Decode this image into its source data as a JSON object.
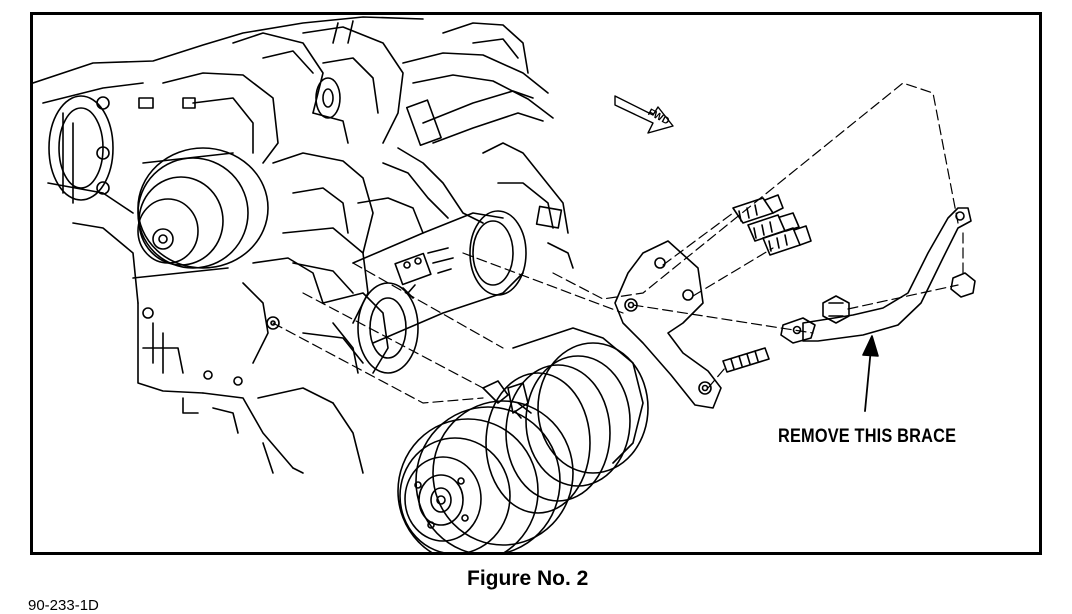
{
  "figure": {
    "callout": "REMOVE THIS BRACE",
    "direction_label": "FWD",
    "caption": "Figure No. 2",
    "reference_code": "90-233-1D"
  },
  "parts": {
    "engine_block": "engine-block",
    "water_pump_pulley": "water-pump-pulley",
    "starter_motor": "starter-motor",
    "ac_compressor": "ac-compressor",
    "mounting_bracket": "compressor-mounting-bracket",
    "brace": "compressor-brace",
    "bolts": "mounting-bolts",
    "stud": "mounting-stud",
    "nuts": "brace-nuts"
  },
  "colors": {
    "ink": "#000000",
    "paper": "#ffffff"
  }
}
